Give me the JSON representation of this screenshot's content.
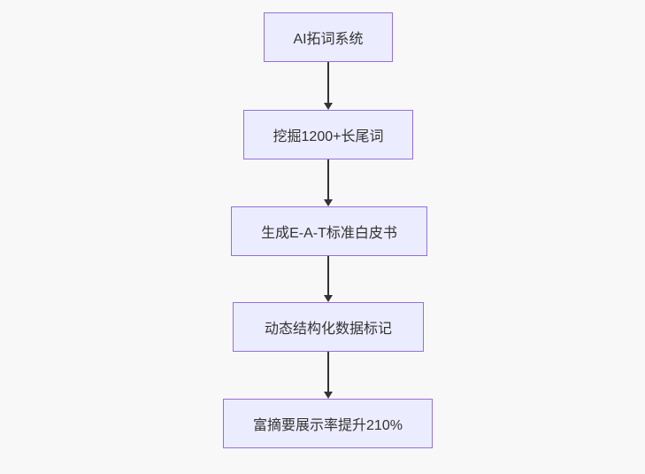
{
  "flowchart": {
    "type": "vertical-flow",
    "direction": "top-down",
    "nodes": [
      {
        "id": "node-0",
        "label": "AI拓词系统"
      },
      {
        "id": "node-1",
        "label": "挖掘1200+长尾词"
      },
      {
        "id": "node-2",
        "label": "生成E-A-T标准白皮书"
      },
      {
        "id": "node-3",
        "label": "动态结构化数据标记"
      },
      {
        "id": "node-4",
        "label": "富摘要展示率提升210%"
      }
    ],
    "edges": [
      {
        "from": "node-0",
        "to": "node-1"
      },
      {
        "from": "node-1",
        "to": "node-2"
      },
      {
        "from": "node-2",
        "to": "node-3"
      },
      {
        "from": "node-3",
        "to": "node-4"
      }
    ],
    "colors": {
      "background": "#f8f8f8",
      "node_fill": "#ECECFF",
      "node_border": "#9370DB",
      "arrow": "#333333",
      "text": "#333333"
    }
  }
}
